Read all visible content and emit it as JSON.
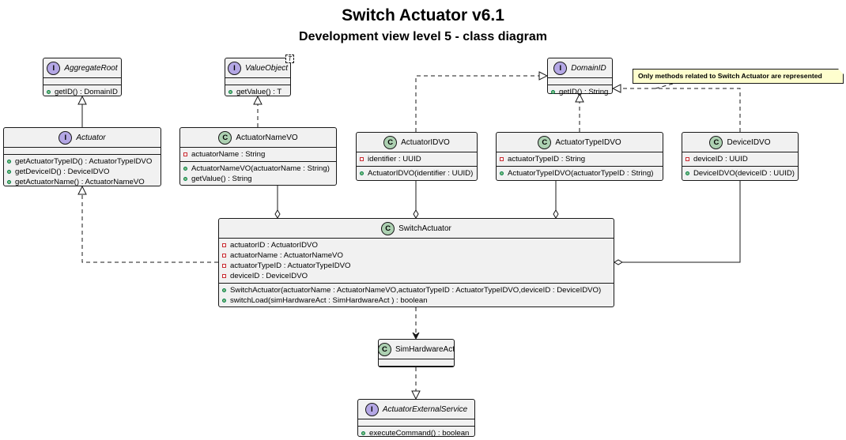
{
  "title": "Switch Actuator v6.1",
  "subtitle": "Development view level 5 - class diagram",
  "note": "Only methods related to Switch Actuator are represented",
  "colors": {
    "interface_circle": "#b4a7e5",
    "class_circle": "#add1b2",
    "box_fill": "#f1f1f1",
    "note_fill": "#fefece"
  },
  "classes": {
    "aggregate_root": {
      "kind": "I",
      "name": "AggregateRoot",
      "italic": true,
      "fields": [],
      "methods": [
        "getID() : DomainID"
      ]
    },
    "value_object": {
      "kind": "I",
      "name": "ValueObject",
      "italic": true,
      "type_param": "T",
      "fields": [],
      "methods": [
        "getValue() : T"
      ]
    },
    "domain_id": {
      "kind": "I",
      "name": "DomainID",
      "italic": true,
      "fields": [],
      "methods": [
        "getID() : String"
      ]
    },
    "actuator": {
      "kind": "I",
      "name": "Actuator",
      "italic": true,
      "fields": [],
      "methods": [
        "getActuatorTypeID() : ActuatorTypeIDVO",
        "getDeviceID() : DeviceIDVO",
        "getActuatorName() : ActuatorNameVO"
      ]
    },
    "actuator_name_vo": {
      "kind": "C",
      "name": "ActuatorNameVO",
      "fields": [
        "actuatorName : String"
      ],
      "methods": [
        "ActuatorNameVO(actuatorName : String)",
        "getValue() : String"
      ]
    },
    "actuator_id_vo": {
      "kind": "C",
      "name": "ActuatorIDVO",
      "fields": [
        "identifier : UUID"
      ],
      "methods": [
        "ActuatorIDVO(identifier : UUID)"
      ]
    },
    "actuator_type_id_vo": {
      "kind": "C",
      "name": "ActuatorTypeIDVO",
      "fields": [
        "actuatorTypeID : String"
      ],
      "methods": [
        "ActuatorTypeIDVO(actuatorTypeID : String)"
      ]
    },
    "device_id_vo": {
      "kind": "C",
      "name": "DeviceIDVO",
      "fields": [
        "deviceID : UUID"
      ],
      "methods": [
        "DeviceIDVO(deviceID : UUID)"
      ]
    },
    "switch_actuator": {
      "kind": "C",
      "name": "SwitchActuator",
      "fields": [
        "actuatorID : ActuatorIDVO",
        "actuatorName : ActuatorNameVO",
        "actuatorTypeID : ActuatorTypeIDVO",
        "deviceID : DeviceIDVO"
      ],
      "methods": [
        "SwitchActuator(actuatorName : ActuatorNameVO,actuatorTypeID : ActuatorTypeIDVO,deviceID : DeviceIDVO)",
        "switchLoad(simHardwareAct : SimHardwareAct ) : boolean"
      ]
    },
    "sim_hardware_act": {
      "kind": "C",
      "name": "SimHardwareAct",
      "fields": [],
      "methods": []
    },
    "actuator_external_service": {
      "kind": "I",
      "name": "ActuatorExternalService",
      "italic": true,
      "fields": [],
      "methods": [
        "executeCommand() : boolean"
      ]
    }
  }
}
